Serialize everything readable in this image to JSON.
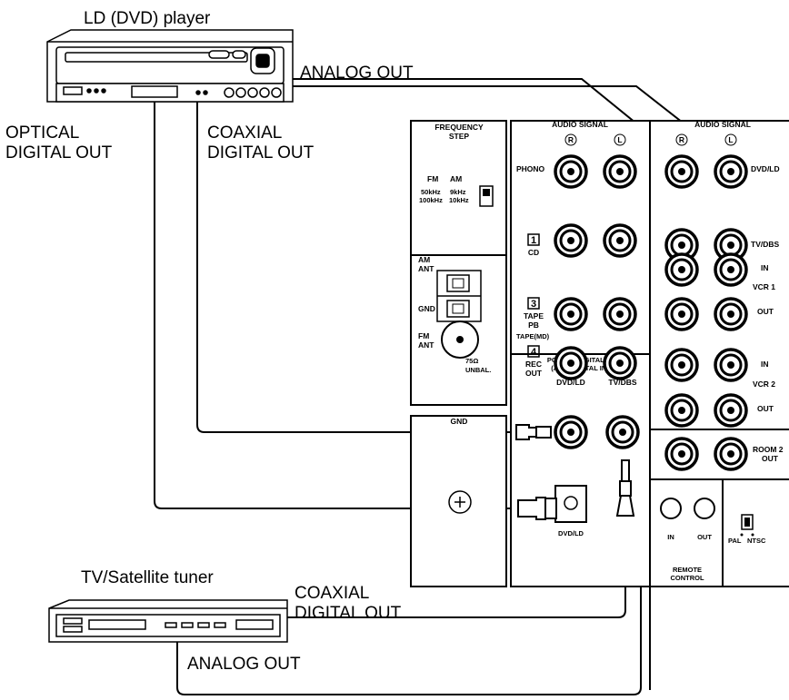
{
  "devices": {
    "ld_player": "LD (DVD) player",
    "tv_tuner": "TV/Satellite tuner"
  },
  "callouts": {
    "analog_out_top": "ANALOG OUT",
    "optical_line1": "OPTICAL",
    "optical_line2": "DIGITAL OUT",
    "coaxial_line1": "COAXIAL",
    "coaxial_line2": "DIGITAL OUT",
    "tuner_coax_line1": "COAXIAL",
    "tuner_coax_line2": "DIGITAL OUT",
    "analog_out_bottom": "ANALOG OUT"
  },
  "panel": {
    "freq_line1": "FREQUENCY",
    "freq_line2": "STEP",
    "fm": "FM",
    "am": "AM",
    "k50": "50kHz",
    "k9": "9kHz",
    "k100": "100kHz",
    "k10": "10kHz",
    "am_ant_1": "AM",
    "am_ant_2": "ANT",
    "gnd_side": "GND",
    "fm_ant_1": "FM",
    "fm_ant_2": "ANT",
    "ohm": "75Ω",
    "unbal": "UNBAL.",
    "gnd_section": "GND",
    "audio_signal_1": "AUDIO SIGNAL",
    "audio_signal_2": "AUDIO SIGNAL",
    "ch_r": "R",
    "ch_l": "L",
    "phono": "PHONO",
    "n1": "1",
    "cd": "CD",
    "n3": "3",
    "tape": "TAPE",
    "pb": "PB",
    "tapemd": "TAPE(MD)",
    "n4": "4",
    "rec": "REC",
    "out": "OUT",
    "pcm_line1": "PCM/⊡⊡ DIGITAL IN",
    "pcm_line2": "(AC-3 DIGITAL IN)",
    "dvdld_coax": "DVD/LD",
    "tvdbs_coax": "TV/DBS",
    "dvdld_opt": "DVD/LD",
    "dvdld_right": "DVD/LD",
    "tvdbs_right": "TV/DBS",
    "in1": "IN",
    "vcr1": "VCR 1",
    "out1": "OUT",
    "in2": "IN",
    "vcr2": "VCR 2",
    "out2": "OUT",
    "room2_1": "ROOM 2",
    "room2_2": "OUT",
    "remote_in": "IN",
    "remote_out": "OUT",
    "remote_1": "REMOTE",
    "remote_2": "CONTROL",
    "pal": "PAL",
    "ntsc": "NTSC"
  },
  "colors": {
    "ink": "#000000",
    "panel_fill": "#ffffff"
  }
}
